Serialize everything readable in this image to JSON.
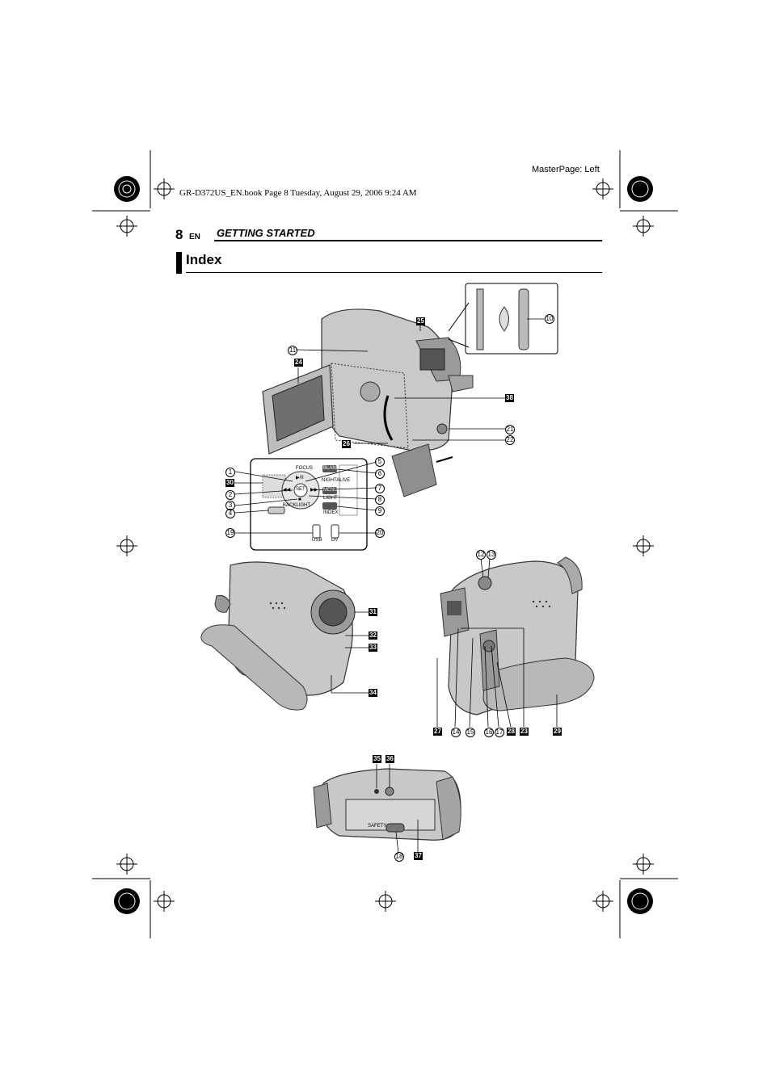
{
  "header": {
    "master_page": "MasterPage: Left",
    "book_line": "GR-D372US_EN.book  Page 8  Tuesday, August 29, 2006  9:24 AM",
    "page_number": "8",
    "language": "EN",
    "section": "GETTING STARTED"
  },
  "title": "Index",
  "labels": {
    "l1": "1",
    "l2": "2",
    "l3": "3",
    "l4": "4",
    "l5": "5",
    "l6": "6",
    "l7": "7",
    "l8": "8",
    "l9": "9",
    "l10": "10",
    "l11": "11",
    "l12": "12",
    "l13": "13",
    "l14": "14",
    "l15": "15",
    "l16": "16",
    "l17": "17",
    "l18": "18",
    "l19": "19",
    "l20": "20",
    "l21": "21",
    "l22": "22",
    "l23": "23",
    "l24": "24",
    "l25": "25",
    "l26": "26",
    "l27": "27",
    "l28": "28",
    "l29": "29",
    "l30": "30",
    "l31": "31",
    "l32": "32",
    "l33": "33",
    "l34": "34",
    "l35": "35",
    "l36": "36",
    "l37": "37",
    "l38": "38"
  },
  "panel_buttons": {
    "focus": "FOCUS",
    "blank": "BLANK",
    "set": "SET",
    "menu": "MENU",
    "backlight": "BACKLIGHT",
    "nightalive": "NIGHTALIVE",
    "light": "LIGHT",
    "index": "INDEX",
    "usb": "USB",
    "dv": "DV",
    "play_pause": "▶/II",
    "stop": "■",
    "rewind": "◀◀",
    "ffwd": "▶▶"
  },
  "bottom_labels": {
    "safety": "SAFETY"
  }
}
